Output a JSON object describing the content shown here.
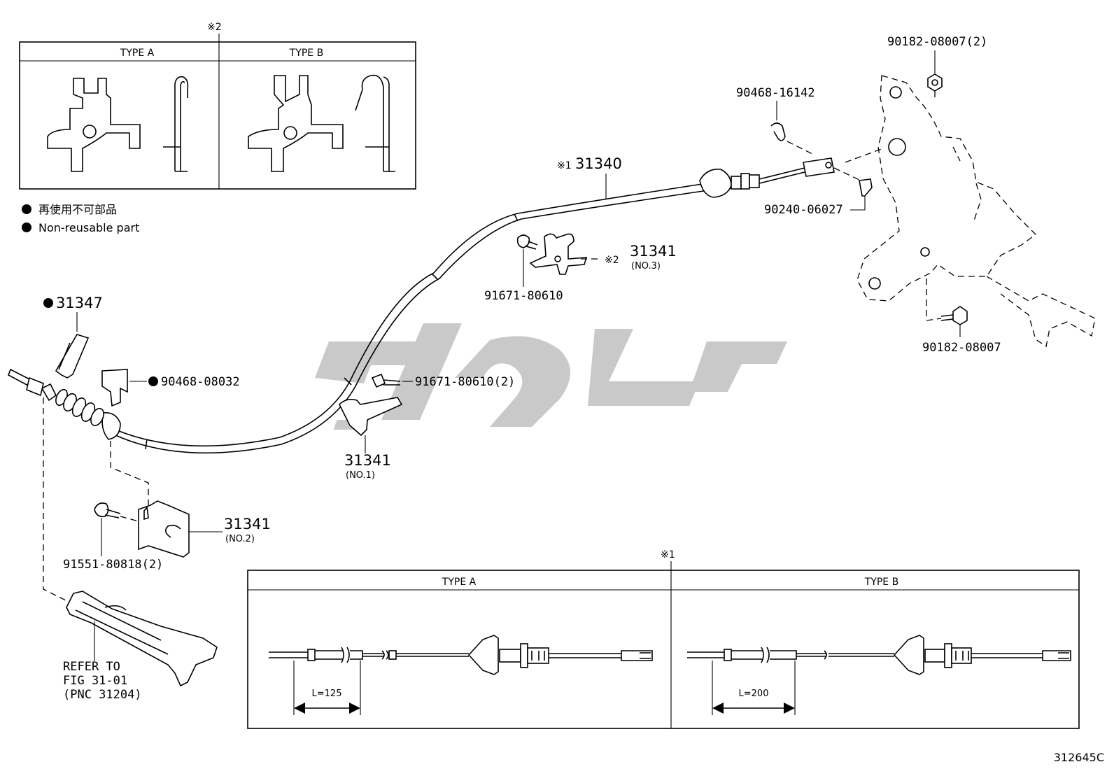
{
  "diagram_code": "312645C",
  "legend": {
    "ja": "再使用不可部品",
    "en": "Non-reusable part"
  },
  "inset_clip": {
    "marker": "※2",
    "type_a": "TYPE A",
    "type_b": "TYPE B"
  },
  "inset_cable": {
    "marker": "※1",
    "type_a": "TYPE A",
    "type_b": "TYPE B",
    "length_a": "L=125",
    "length_b": "L=200"
  },
  "parts": {
    "cable_marker": "※1",
    "cable": "31340",
    "clip": "31347",
    "retainer": "90468-08032",
    "bolt_2": "91671-80610(2)",
    "bracket_no1": "31341",
    "bracket_no1_sub": "(NO.1)",
    "bolt_no2": "91551-80818(2)",
    "bracket_no2": "31341",
    "bracket_no2_sub": "(NO.2)",
    "bolt_no3": "91671-80610",
    "bracket_no3": "31341",
    "bracket_no3_marker": "※2",
    "bracket_no3_sub": "(NO.3)",
    "clip_pedal": "90468-16142",
    "pin": "90240-06027",
    "nut_top": "90182-08007(2)",
    "bolt_pedal": "90182-08007"
  },
  "refer": {
    "line1": "REFER TO",
    "line2": "FIG 31-01",
    "line3": "(PNC 31204)"
  },
  "colors": {
    "line": "#000000",
    "background": "#ffffff",
    "watermark": "#c8c8c8"
  }
}
